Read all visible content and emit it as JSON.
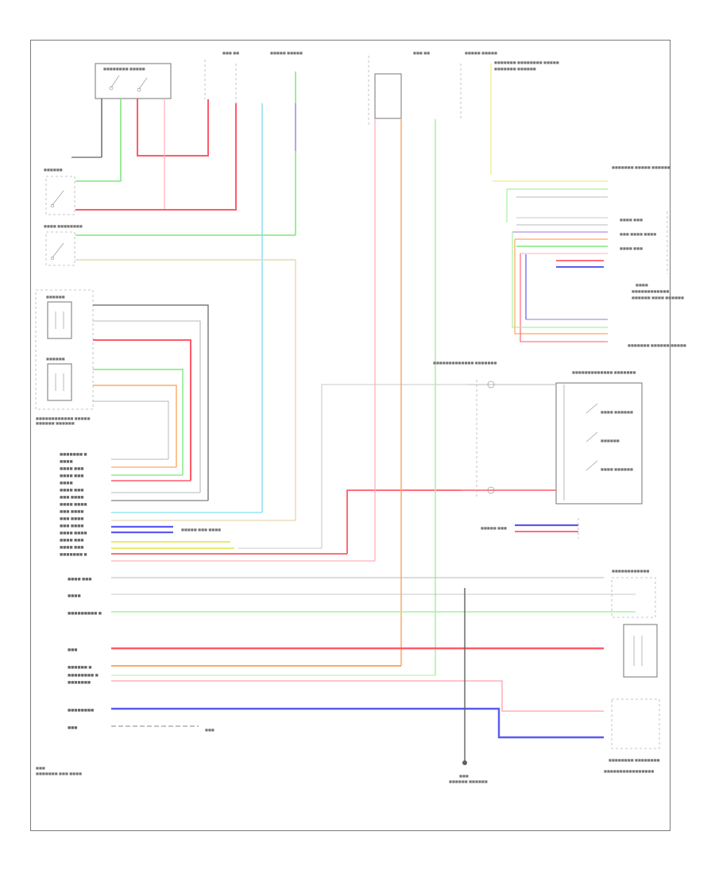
{
  "diagram": {
    "footer_code": "",
    "wire_colors": {
      "red": "#ff5a6a",
      "pink": "#ffb0b8",
      "green": "#7de87d",
      "light_green": "#a8f0a0",
      "blue": "#5a5af0",
      "light_blue": "#80e0f0",
      "orange": "#ffa860",
      "tan": "#e8d8b0",
      "yellow": "#e8e860",
      "gray": "#b8b8b8",
      "violet": "#b090e0",
      "black": "#606060"
    },
    "components": [
      {
        "id": "relay-box",
        "label": ""
      },
      {
        "id": "left-switch-1",
        "label": ""
      },
      {
        "id": "left-switch-2",
        "label": ""
      },
      {
        "id": "sensor-a",
        "label": ""
      },
      {
        "id": "sensor-b",
        "label": ""
      },
      {
        "id": "top-fuse-box",
        "label": ""
      },
      {
        "id": "steering-switch",
        "label": ""
      },
      {
        "id": "gauge-module",
        "label": ""
      },
      {
        "id": "ground-terminal",
        "label": ""
      }
    ]
  }
}
